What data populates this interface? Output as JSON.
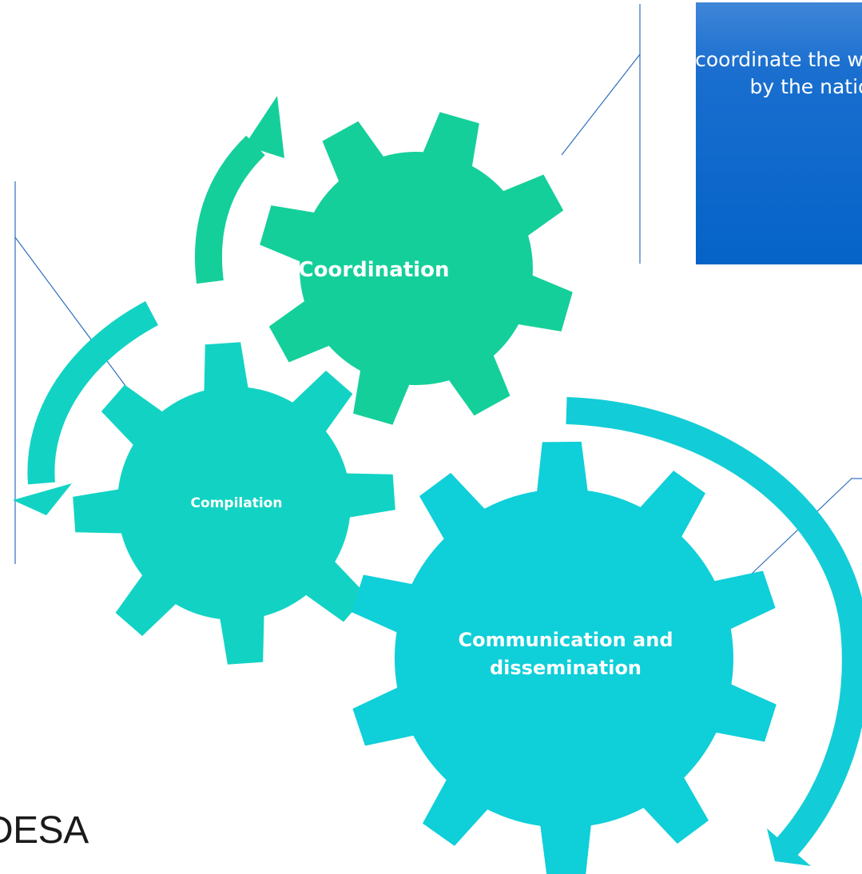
{
  "diagram": {
    "gears": [
      {
        "id": "coordination",
        "label": "Coordination",
        "color": "#15cf9a"
      },
      {
        "id": "compilation",
        "label": "Compilation",
        "color": "#12d3c3"
      },
      {
        "id": "communication",
        "label": "Communication and dissemination",
        "color": "#0fcfd9"
      }
    ],
    "callout": {
      "text": "They coordinate the work carried out by the national",
      "color": "#0563c8"
    },
    "arrow_colors": {
      "top_left": "#15cf9a",
      "left": "#12d3c3",
      "right": "#12cdd7"
    },
    "connector_color": "#2f6fbf"
  },
  "logo": {
    "text": "DESA"
  }
}
